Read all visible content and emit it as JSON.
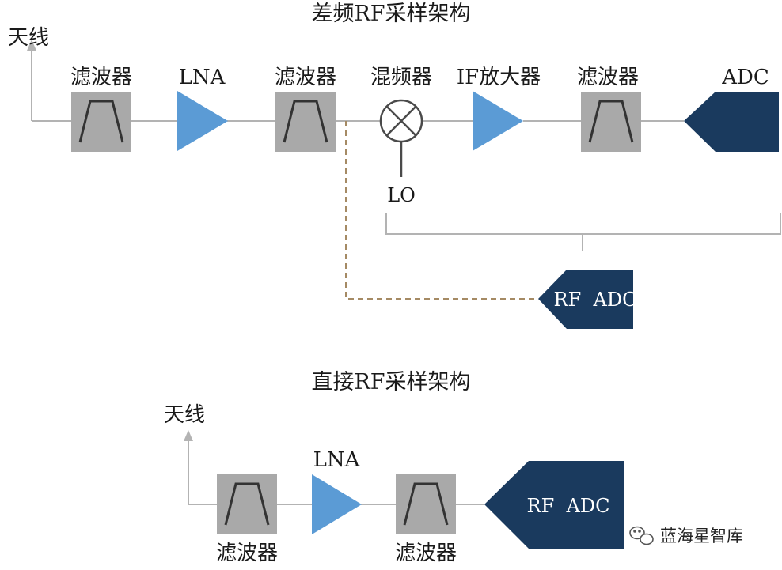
{
  "heterodyne": {
    "title": "差频RF采样架构",
    "antenna": "天线",
    "filter1": "滤波器",
    "lna": "LNA",
    "filter2": "滤波器",
    "mixer": "混频器",
    "lo": "LO",
    "if_amp": "IF放大器",
    "filter3": "滤波器",
    "adc": "ADC",
    "rf_adc": "RF  ADC"
  },
  "direct": {
    "title": "直接RF采样架构",
    "antenna": "天线",
    "lna": "LNA",
    "filter1": "滤波器",
    "filter2": "滤波器",
    "rf_adc": "RF  ADC"
  },
  "watermark": "蓝海星智库",
  "colors": {
    "filter_fill": "#a9a9a9",
    "amp_fill": "#5b9bd5",
    "adc_fill": "#1a3a5e",
    "line": "#b3b3b3",
    "dashed": "#a58a64"
  },
  "icons": [
    "filter-icon",
    "amplifier-icon",
    "mixer-icon",
    "adc-icon",
    "antenna-arrow-icon",
    "wechat-icon"
  ]
}
